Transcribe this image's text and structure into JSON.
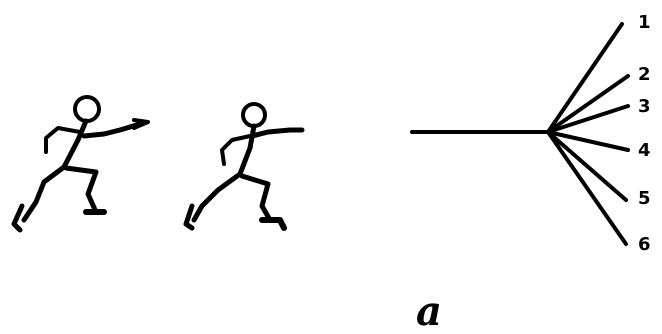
{
  "figure": {
    "caption": "a",
    "branch_labels": [
      "1",
      "2",
      "3",
      "4",
      "5",
      "6"
    ]
  },
  "colors": {
    "ink": "#000000",
    "background": "#ffffff"
  },
  "icons": {
    "runner_left": "running-stick-figure-icon",
    "runner_right": "running-stick-figure-icon"
  }
}
